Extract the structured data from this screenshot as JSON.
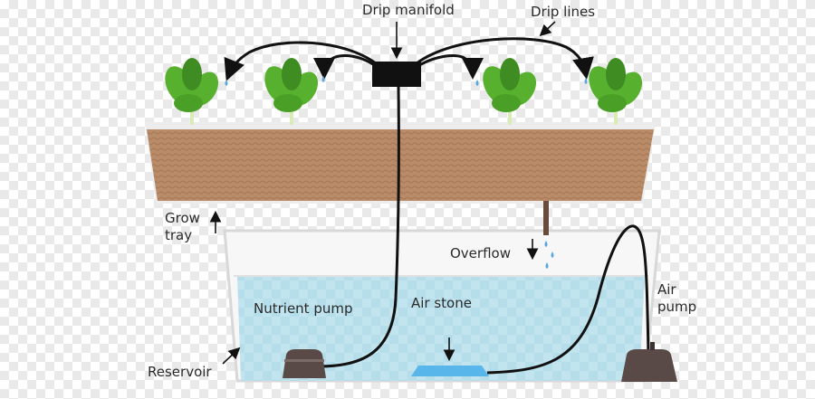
{
  "labels": {
    "drip_manifold": "Drip manifold",
    "drip_lines": "Drip lines",
    "grow_tray_line1": "Grow",
    "grow_tray_line2": "tray",
    "overflow": "Overflow",
    "nutrient_pump": "Nutrient pump",
    "air_stone": "Air stone",
    "air_pump_line1": "Air",
    "air_pump_line2": "pump",
    "reservoir": "Reservoir"
  },
  "colors": {
    "soil": "#b98b68",
    "soil_dark": "#a37754",
    "water": "#bfe3ee",
    "leaf": "#57b12e",
    "leaf_dark": "#3f8c22",
    "stem": "#d9ecb8",
    "pump": "#5a4a47",
    "tube": "#111111",
    "drop": "#5aa6e0",
    "air_stone": "#58b6ea"
  },
  "icons": {
    "plant": "spinach-plant-icon",
    "droplet": "water-droplet-icon",
    "arrow": "pointer-arrow-icon"
  }
}
